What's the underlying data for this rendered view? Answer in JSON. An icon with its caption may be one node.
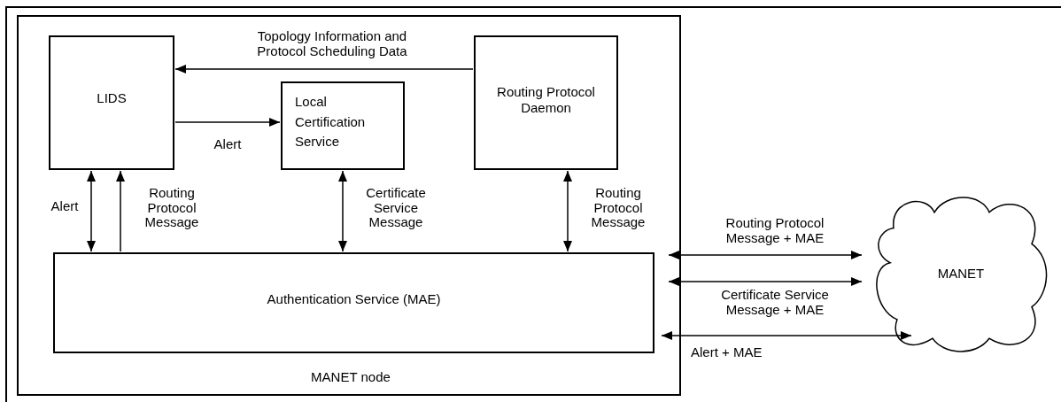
{
  "diagram": {
    "nodes": [
      {
        "text": [
          "MANET node"
        ]
      },
      {
        "text": [
          "LIDS"
        ],
        "in": 0
      },
      {
        "text": [
          "Local Certification Service"
        ],
        "in": 0
      },
      {
        "text": [
          "Routing Protocol Daemon"
        ],
        "in": 0
      },
      {
        "text": [
          "Authentication Service (MAE)"
        ],
        "in": 0
      },
      {
        "text": [
          "MANET"
        ]
      }
    ],
    "edges": [
      {
        "from": 3,
        "to": 1,
        "arrow": "to",
        "label": "Topology Information and Protocol Scheduling Data"
      },
      {
        "from": 1,
        "to": 2,
        "arrow": "to",
        "label": "Alert"
      },
      {
        "from": 4,
        "to": 1,
        "arrow": "both",
        "label": "Alert"
      },
      {
        "from": 4,
        "to": 1,
        "arrow": "to",
        "label": "Routing Protocol Message"
      },
      {
        "from": 2,
        "to": 4,
        "arrow": "both",
        "label": "Certificate Service Message"
      },
      {
        "from": 3,
        "to": 4,
        "arrow": "both",
        "label": "Routing Protocol Message"
      },
      {
        "from": 4,
        "to": 5,
        "arrow": "both",
        "label": "Routing Protocol Message + MAE"
      },
      {
        "from": 4,
        "to": 5,
        "arrow": "both",
        "label": "Certificate Service Message + MAE"
      },
      {
        "from": 4,
        "to": 5,
        "arrow": "both",
        "label": "Alert + MAE"
      }
    ]
  }
}
